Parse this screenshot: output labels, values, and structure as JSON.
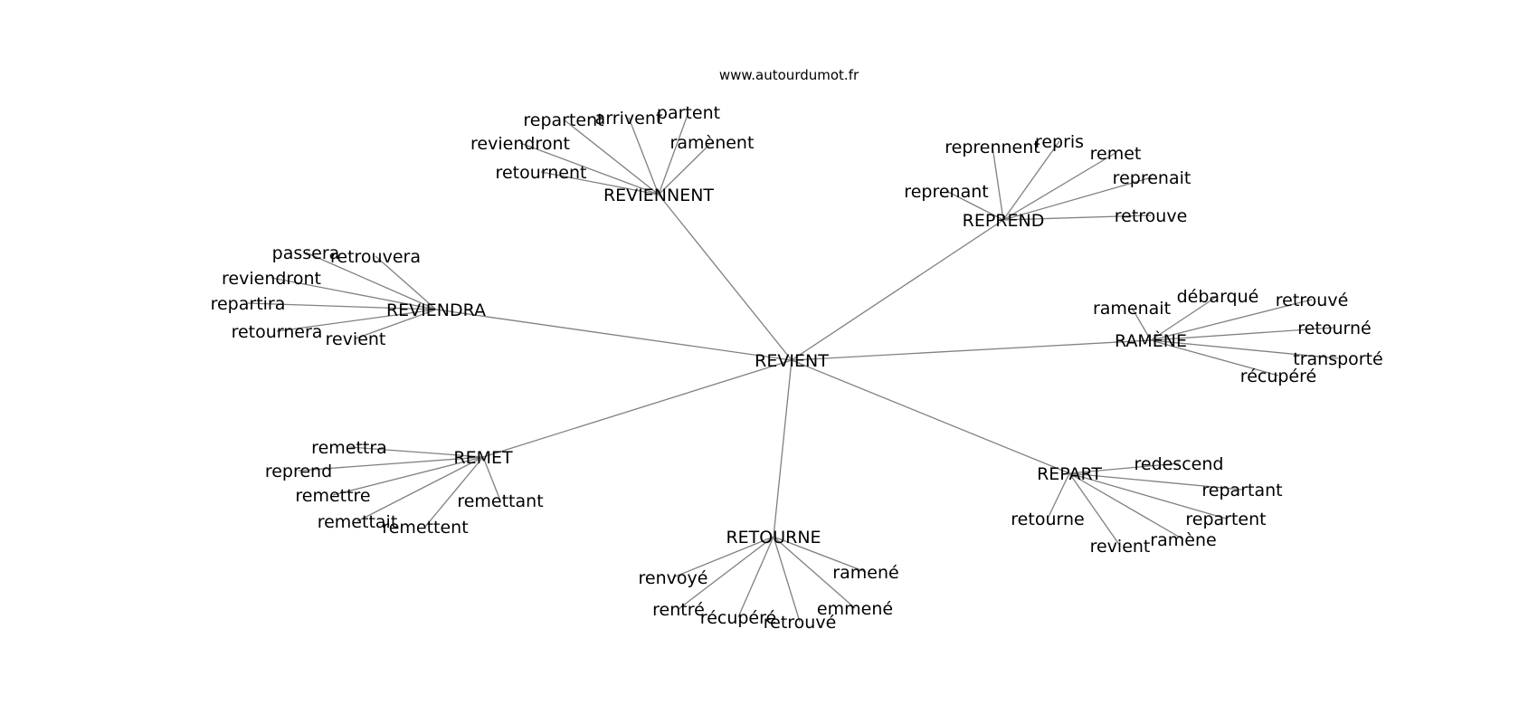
{
  "source": "www.autourdumot.fr",
  "center": "REVIENT",
  "groups": [
    {
      "label": "REVIENNENT",
      "children": [
        "repartent",
        "arrivent",
        "partent",
        "reviendront",
        "ramènent",
        "retournent"
      ]
    },
    {
      "label": "REPREND",
      "children": [
        "reprennent",
        "repris",
        "remet",
        "reprenait",
        "reprenant",
        "retrouve"
      ]
    },
    {
      "label": "REVIENDRA",
      "children": [
        "passera",
        "retrouvera",
        "reviendront",
        "repartira",
        "retournera",
        "revient"
      ]
    },
    {
      "label": "RAMÈNE",
      "children": [
        "ramenait",
        "débarqué",
        "retrouvé",
        "retourné",
        "transporté",
        "récupéré"
      ]
    },
    {
      "label": "REMET",
      "children": [
        "remettra",
        "reprend",
        "remettre",
        "remettait",
        "remettent",
        "remettant"
      ]
    },
    {
      "label": "REPART",
      "children": [
        "redescend",
        "repartant",
        "repartent",
        "ramène",
        "revient",
        "retourne"
      ]
    },
    {
      "label": "RETOURNE",
      "children": [
        "renvoyé",
        "ramené",
        "rentré",
        "récupéré",
        "retrouvé",
        "emmené"
      ]
    }
  ]
}
